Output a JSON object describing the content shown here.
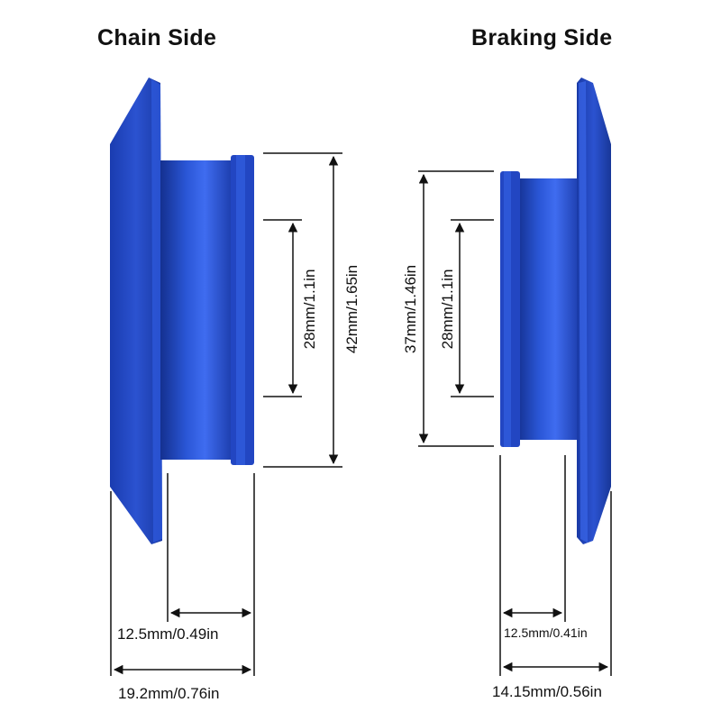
{
  "titles": {
    "chain_side": "Chain Side",
    "braking_side": "Braking Side"
  },
  "chain_side": {
    "inner_diameter": "28mm/1.1in",
    "outer_diameter": "42mm/1.65in",
    "spacer_length": "12.5mm/0.49in",
    "total_length": "19.2mm/0.76in"
  },
  "braking_side": {
    "outer_diameter": "37mm/1.46in",
    "inner_diameter": "28mm/1.1in",
    "spacer_length": "12.5mm/0.41in",
    "total_length": "14.15mm/0.56in"
  },
  "colors": {
    "anodized_blue": "#1d3fae",
    "line": "#111111"
  }
}
